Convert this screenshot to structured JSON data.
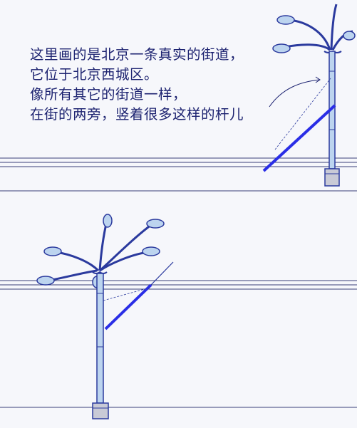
{
  "caption": {
    "lines": [
      "这里画的是北京一条真实的街道，",
      "它位于北京西城区。",
      "像所有其它的街道一样，",
      "在街的两旁，竖着很多这样的杆儿"
    ]
  },
  "colors": {
    "background": "#f6f7fb",
    "ink": "#1c2270",
    "pole_fill": "#bcd4ef",
    "pole_stroke": "#2b3a9e",
    "accent_blue": "#2a2ee6",
    "base": "#c9cad6",
    "road_line": "#3a3f7a"
  },
  "icons": {
    "top_panel": "street-lamp-pole-icon",
    "bottom_panel": "street-lamp-pole-icon"
  }
}
